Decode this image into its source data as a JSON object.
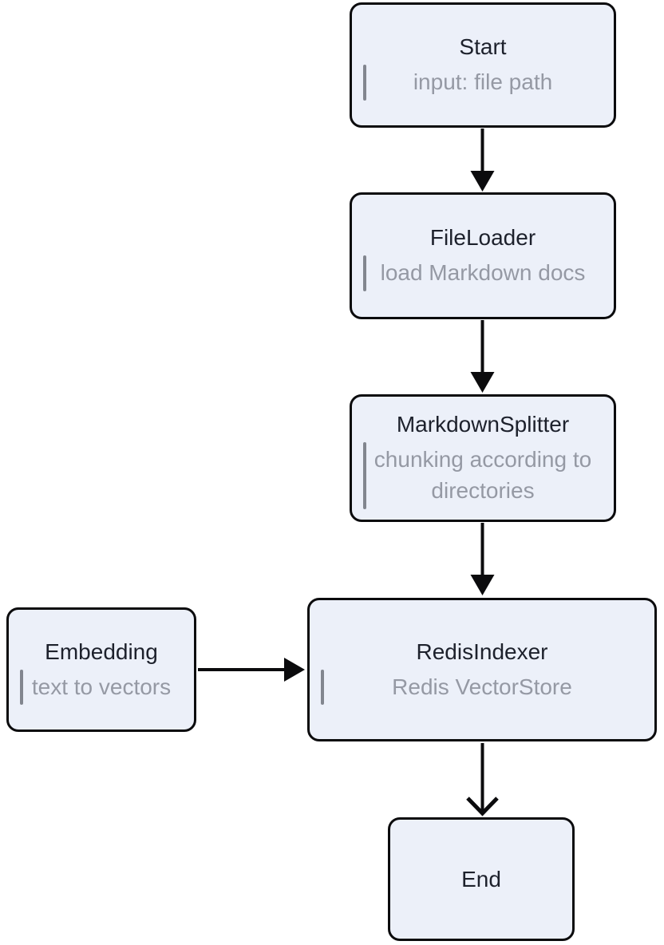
{
  "diagram": {
    "type": "flowchart",
    "direction": "top-down",
    "nodes": [
      {
        "id": "start",
        "title": "Start",
        "subtitle": "input: file path"
      },
      {
        "id": "fileloader",
        "title": "FileLoader",
        "subtitle": "load Markdown docs"
      },
      {
        "id": "markdownsplitter",
        "title": "MarkdownSplitter",
        "subtitle": "chunking according to directories"
      },
      {
        "id": "embedding",
        "title": "Embedding",
        "subtitle": "text to vectors"
      },
      {
        "id": "redisindexer",
        "title": "RedisIndexer",
        "subtitle": "Redis VectorStore"
      },
      {
        "id": "end",
        "title": "End",
        "subtitle": ""
      }
    ],
    "edges": [
      {
        "from": "Start",
        "to": "FileLoader",
        "arrowhead": "filled-triangle"
      },
      {
        "from": "FileLoader",
        "to": "MarkdownSplitter",
        "arrowhead": "filled-triangle"
      },
      {
        "from": "MarkdownSplitter",
        "to": "RedisIndexer",
        "arrowhead": "filled-triangle"
      },
      {
        "from": "Embedding",
        "to": "RedisIndexer",
        "arrowhead": "filled-triangle"
      },
      {
        "from": "RedisIndexer",
        "to": "End",
        "arrowhead": "open-chevron"
      }
    ],
    "colors": {
      "background": "#FFFFFF",
      "node_fill": "#ECF0F9",
      "node_border": "#0B0B0D",
      "title_text": "#1D212C",
      "subtitle_text": "#9599A4",
      "quote_bar": "#82868F",
      "edge": "#0B0B0D"
    }
  }
}
